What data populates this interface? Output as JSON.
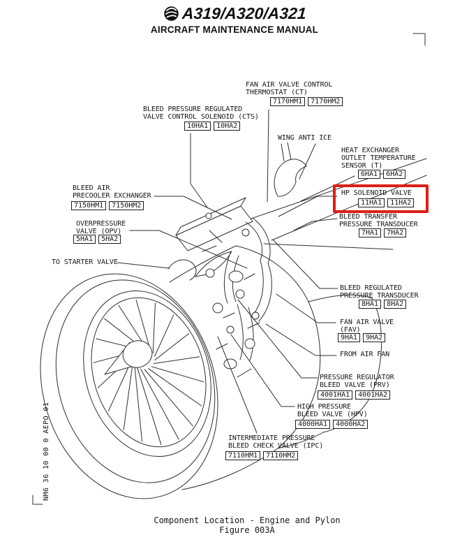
{
  "header": {
    "aircraft": "A319/A320/A321",
    "manual": "AIRCRAFT MAINTENANCE MANUAL",
    "logo_icon": "airbus-swirl-logo"
  },
  "highlight": {
    "color": "#dd1f17",
    "target": "hp_solenoid_valve"
  },
  "sidebar_code": "NM6 36 10 00 0 AEPO 01",
  "footer": {
    "caption": "Component Location - Engine and Pylon",
    "figure": "Figure 003A"
  },
  "callouts": [
    {
      "id": "ct",
      "lines": [
        "FAN AIR VALVE CONTROL",
        "THERMOSTAT (CT)"
      ],
      "refs": [
        "7170HM1",
        "7170HM2"
      ]
    },
    {
      "id": "cts",
      "lines": [
        "BLEED PRESSURE REGULATED",
        "VALVE CONTROL SOLENOID (CTS)"
      ],
      "refs": [
        "10HA1",
        "10HA2"
      ]
    },
    {
      "id": "wing_anti_ice",
      "lines": [
        "WING ANTI ICE"
      ],
      "refs": []
    },
    {
      "id": "heat_exchanger",
      "lines": [
        "HEAT EXCHANGER",
        "OUTLET TEMPERATURE",
        "SENSOR (T)"
      ],
      "refs": [
        "6HA1",
        "6HA2"
      ]
    },
    {
      "id": "hp_solenoid",
      "lines": [
        "HP SOLENOID VALVE"
      ],
      "refs": [
        "11HA1",
        "11HA2"
      ]
    },
    {
      "id": "bleed_transfer",
      "lines": [
        "BLEED TRANSFER",
        "PRESSURE TRANSDUCER"
      ],
      "refs": [
        "7HA1",
        "7HA2"
      ]
    },
    {
      "id": "precooler",
      "lines": [
        "BLEED AIR",
        "PRECOOLER EXCHANGER"
      ],
      "refs": [
        "7150HM1",
        "7150HM2"
      ]
    },
    {
      "id": "opv",
      "lines": [
        "OVERPRESSURE",
        "VALVE (OPV)"
      ],
      "refs": [
        "5HA1",
        "5HA2"
      ]
    },
    {
      "id": "to_starter",
      "lines": [
        "TO STARTER VALVE"
      ],
      "refs": []
    },
    {
      "id": "bleed_regulated",
      "lines": [
        "BLEED REGULATED",
        "PRESSURE TRANSDUCER"
      ],
      "refs": [
        "8HA1",
        "8HA2"
      ]
    },
    {
      "id": "fav",
      "lines": [
        "FAN AIR VALVE",
        "(FAV)"
      ],
      "refs": [
        "9HA1",
        "9HA2"
      ]
    },
    {
      "id": "from_air_fan",
      "lines": [
        "FROM AIR FAN"
      ],
      "refs": []
    },
    {
      "id": "prv",
      "lines": [
        "PRESSURE REGULATOR",
        "BLEED VALVE (PRV)"
      ],
      "refs": [
        "4001HA1",
        "4001HA2"
      ]
    },
    {
      "id": "hpv",
      "lines": [
        "HIGH PRESSURE",
        "BLEED VALVE (HPV)"
      ],
      "refs": [
        "4000HA1",
        "4000HA2"
      ]
    },
    {
      "id": "ipc",
      "lines": [
        "INTERMEDIATE PRESSURE",
        "BLEED CHECK VALVE (IPC)"
      ],
      "refs": [
        "7110HM1",
        "7110HM2"
      ]
    }
  ]
}
